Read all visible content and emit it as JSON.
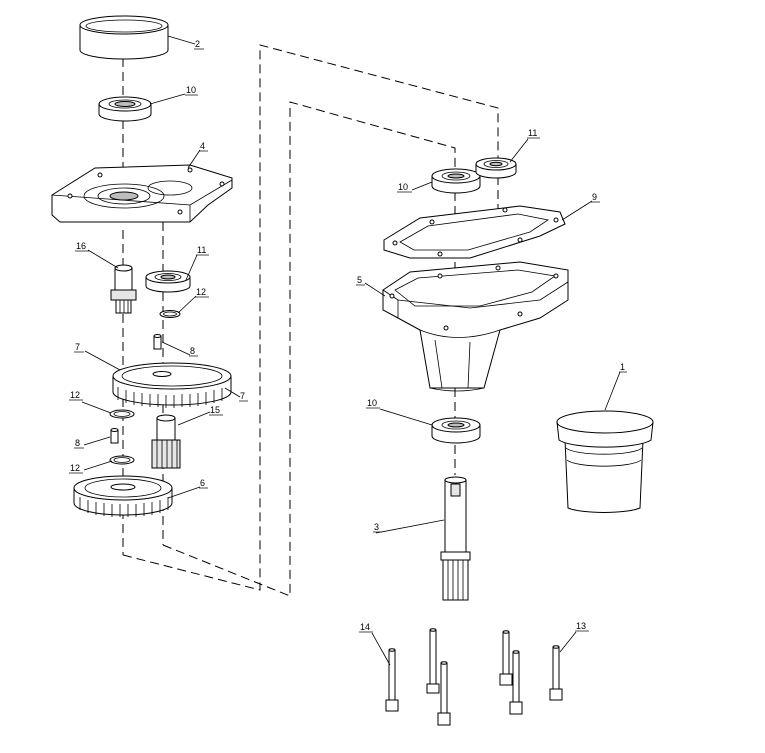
{
  "callouts": {
    "c2": "2",
    "c10_top": "10",
    "c4": "4",
    "c16": "16",
    "c11_left": "11",
    "c12_upper": "12",
    "c8_upper": "8",
    "c7_left": "7",
    "c7_right": "7",
    "c12_mid": "12",
    "c15": "15",
    "c8_lower": "8",
    "c12_lower": "12",
    "c6": "6",
    "c11_right": "11",
    "c10_right": "10",
    "c9": "9",
    "c5": "5",
    "c1": "1",
    "c10_lower": "10",
    "c3": "3",
    "c14": "14",
    "c13": "13"
  }
}
